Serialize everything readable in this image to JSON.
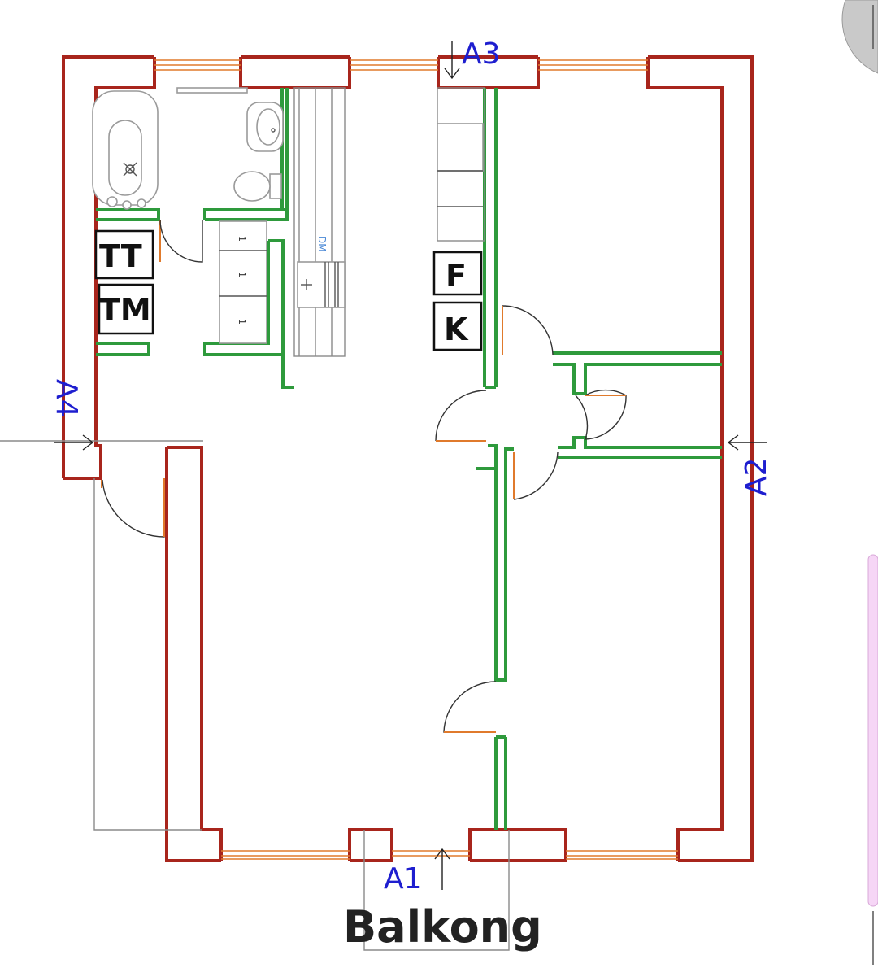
{
  "plan": {
    "sections": {
      "a1": "A1",
      "a2": "A2",
      "a3": "A3",
      "a4": "A4"
    },
    "labels": {
      "tt": "TT",
      "tm": "TM",
      "f": "F",
      "k": "K"
    },
    "rooms": {
      "balcony": "Balkong"
    },
    "fixture_text": {
      "dm": "DM",
      "plus": "+",
      "one": "1"
    }
  },
  "colors": {
    "exterior_wall": "#a8251c",
    "interior_wall": "#2e9a3c",
    "window": "#e07a2c",
    "section_text": "#1e1ecf",
    "scroll_thumb": "#f6d6f6"
  }
}
